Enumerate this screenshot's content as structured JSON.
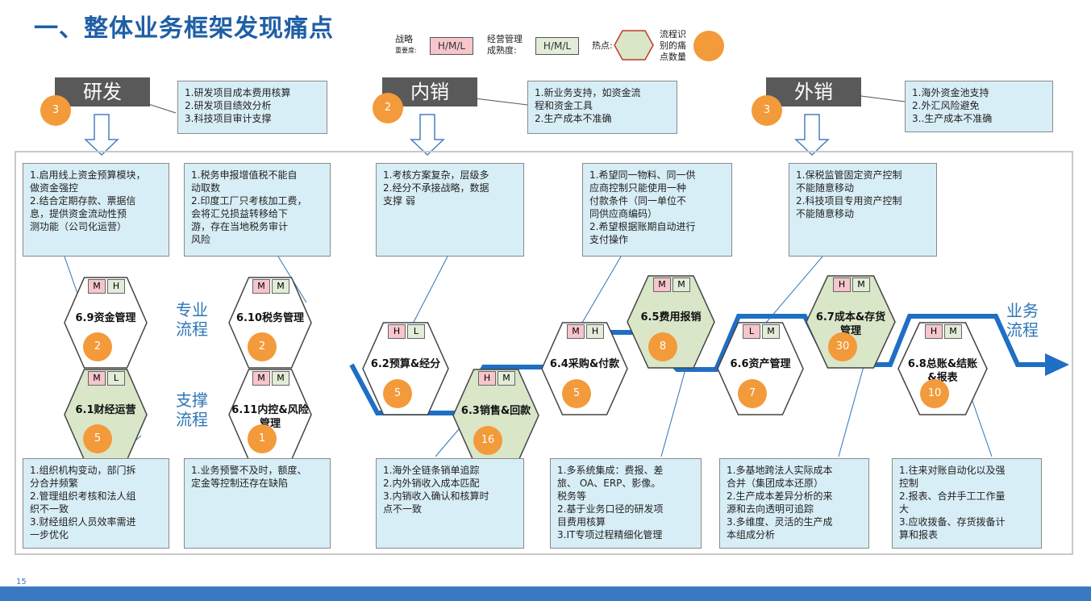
{
  "title": "一、整体业务框架发现痛点",
  "legend": {
    "strategy_label": "战略",
    "importance_label": "重要度:",
    "maturity_label1": "经营管理",
    "maturity_label2": "成熟度:",
    "hml": "H/M/L",
    "hotspot_label": "热点:",
    "count_label1": "流程识",
    "count_label2": "别的痛",
    "count_label3": "点数量"
  },
  "domains": [
    {
      "name": "研发",
      "count": "3",
      "notes": [
        "1.研发项目成本费用核算",
        "2.研发项目绩效分析",
        "3.科技项目审计支撑"
      ]
    },
    {
      "name": "内销",
      "count": "2",
      "notes": [
        "1.新业务支持，如资金流",
        "程和资金工具",
        "2.生产成本不准确"
      ]
    },
    {
      "name": "外销",
      "count": "3",
      "notes": [
        "1.海外资金池支持",
        "2.外汇风险避免",
        "3..生产成本不准确"
      ]
    }
  ],
  "side_labels": {
    "professional": "专业\n流程",
    "support": "支撑\n流程",
    "business": "业务\n流程"
  },
  "top_notes": [
    [
      "1.启用线上资金预算模块，",
      "做资金强控",
      "2.结合定期存款、票据信",
      "息，提供资金流动性预",
      "测功能（公司化运营）"
    ],
    [
      "1.税务申报增值税不能自",
      "动取数",
      "2.印度工厂只考核加工费，",
      "会将汇兑损益转移给下",
      "游，存在当地税务审计",
      "风险"
    ],
    [
      "1.考核方案复杂，层级多",
      "2.经分不承接战略，数据",
      "支撑 弱"
    ],
    [
      "1.希望同一物料、同一供",
      "应商控制只能使用一种",
      "付款条件（同一单位不",
      "同供应商编码）",
      "2.希望根据账期自动进行",
      "支付操作"
    ],
    [
      "1.保税监管固定资产控制",
      "不能随意移动",
      "2.科技项目专用资产控制",
      "不能随意移动"
    ]
  ],
  "bottom_notes": [
    [
      "1.组织机构变动，部门拆",
      "分合并频繁",
      "2.管理组织考核和法人组",
      "织不一致",
      "3.财经组织人员效率需进",
      "一步优化"
    ],
    [
      "1.业务预警不及时，额度、",
      "定金等控制还存在缺陷"
    ],
    [
      "1.海外全链条销单追踪",
      "2.内外销收入成本匹配",
      "3.内销收入确认和核算时",
      "点不一致"
    ],
    [
      "1.多系统集成：费报、差",
      "旅、 OA、ERP、影像。",
      "税务等",
      "2.基于业务口径的研发项",
      "目费用核算",
      "3.IT专项过程精细化管理"
    ],
    [
      "1.多基地跨法人实际成本",
      "合并（集团成本还原）",
      "2.生产成本差异分析的来",
      "源和去向透明可追踪",
      "3.多维度、灵活的生产成",
      "本组成分析"
    ],
    [
      "1.往来对账自动化以及强",
      "控制",
      "2.报表、合并手工工作量",
      "大",
      "3.应收拨备、存货拨备计",
      "算和报表"
    ]
  ],
  "hexes": [
    {
      "id": "6.9",
      "label": "6.9资金管理",
      "imp": "M",
      "mat": "H",
      "count": "2",
      "hot": false
    },
    {
      "id": "6.10",
      "label": "6.10税务管理",
      "imp": "M",
      "mat": "M",
      "count": "2",
      "hot": false
    },
    {
      "id": "6.1",
      "label": "6.1财经运营",
      "imp": "M",
      "mat": "L",
      "count": "5",
      "hot": true
    },
    {
      "id": "6.11",
      "label": "6.11内控&风险\n管理",
      "imp": "M",
      "mat": "M",
      "count": "1",
      "hot": false
    },
    {
      "id": "6.2",
      "label": "6.2预算&经分",
      "imp": "H",
      "mat": "L",
      "count": "5",
      "hot": false
    },
    {
      "id": "6.3",
      "label": "6.3销售&回款",
      "imp": "H",
      "mat": "M",
      "count": "16",
      "hot": true
    },
    {
      "id": "6.4",
      "label": "6.4采购&付款",
      "imp": "M",
      "mat": "H",
      "count": "5",
      "hot": false
    },
    {
      "id": "6.5",
      "label": "6.5费用报销",
      "imp": "M",
      "mat": "M",
      "count": "8",
      "hot": true
    },
    {
      "id": "6.6",
      "label": "6.6资产管理",
      "imp": "L",
      "mat": "M",
      "count": "7",
      "hot": false
    },
    {
      "id": "6.7",
      "label": "6.7成本&存货\n管理",
      "imp": "H",
      "mat": "M",
      "count": "30",
      "hot": true
    },
    {
      "id": "6.8",
      "label": "6.8总账&结账\n&报表",
      "imp": "H",
      "mat": "M",
      "count": "10",
      "hot": false
    }
  ],
  "page_number": "15",
  "colors": {
    "title": "#1f5fa6",
    "note_bg": "#d8eef6",
    "hot_fill": "#d9e6c8",
    "cold_fill": "#ffffff",
    "count_circle": "#f39a3a",
    "flow_line": "#1f6fc4",
    "tag_pink": "#f6c6cc",
    "tag_green": "#e2ecd8"
  }
}
